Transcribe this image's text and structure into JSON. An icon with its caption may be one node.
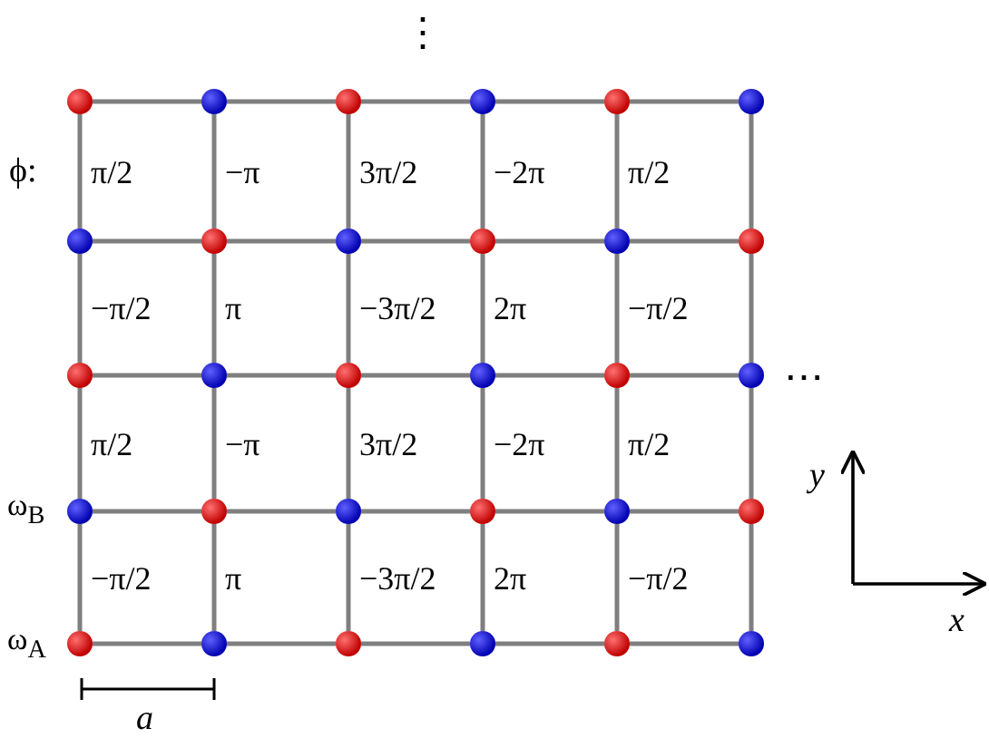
{
  "diagram": {
    "nodes": [
      {
        "text": [],
        "shape": "circle"
      },
      {
        "text": [],
        "shape": "circle"
      },
      {
        "text": [],
        "shape": "circle"
      },
      {
        "text": [],
        "shape": "circle"
      },
      {
        "text": [],
        "shape": "circle"
      },
      {
        "text": [],
        "shape": "circle"
      },
      {
        "text": [],
        "shape": "circle"
      },
      {
        "text": [],
        "shape": "circle"
      },
      {
        "text": [],
        "shape": "circle"
      },
      {
        "text": [],
        "shape": "circle"
      },
      {
        "text": [],
        "shape": "circle"
      },
      {
        "text": [],
        "shape": "circle"
      },
      {
        "text": [],
        "shape": "circle"
      },
      {
        "text": [],
        "shape": "circle"
      },
      {
        "text": [],
        "shape": "circle"
      },
      {
        "text": [],
        "shape": "circle"
      },
      {
        "text": [],
        "shape": "circle"
      },
      {
        "text": [],
        "shape": "circle"
      },
      {
        "text": [],
        "shape": "circle"
      },
      {
        "text": [],
        "shape": "circle"
      },
      {
        "text": [],
        "shape": "circle"
      },
      {
        "text": [],
        "shape": "circle"
      },
      {
        "text": [],
        "shape": "circle"
      },
      {
        "text": [],
        "shape": "circle"
      },
      {
        "text": [],
        "shape": "circle"
      },
      {
        "text": [],
        "shape": "circle"
      },
      {
        "text": [],
        "shape": "circle"
      },
      {
        "text": [],
        "shape": "circle"
      },
      {
        "text": [],
        "shape": "circle"
      },
      {
        "text": [],
        "shape": "circle"
      }
    ],
    "edges": [
      {
        "from": 0,
        "to": 1,
        "arrow": "none"
      },
      {
        "from": 1,
        "to": 2,
        "arrow": "none"
      },
      {
        "from": 2,
        "to": 3,
        "arrow": "none"
      },
      {
        "from": 3,
        "to": 4,
        "arrow": "none"
      },
      {
        "from": 4,
        "to": 5,
        "arrow": "none"
      },
      {
        "from": 6,
        "to": 7,
        "arrow": "none"
      },
      {
        "from": 7,
        "to": 8,
        "arrow": "none"
      },
      {
        "from": 8,
        "to": 9,
        "arrow": "none"
      },
      {
        "from": 9,
        "to": 10,
        "arrow": "none"
      },
      {
        "from": 10,
        "to": 11,
        "arrow": "none"
      },
      {
        "from": 12,
        "to": 13,
        "arrow": "none"
      },
      {
        "from": 13,
        "to": 14,
        "arrow": "none"
      },
      {
        "from": 14,
        "to": 15,
        "arrow": "none"
      },
      {
        "from": 15,
        "to": 16,
        "arrow": "none"
      },
      {
        "from": 16,
        "to": 17,
        "arrow": "none"
      },
      {
        "from": 18,
        "to": 19,
        "arrow": "none"
      },
      {
        "from": 19,
        "to": 20,
        "arrow": "none"
      },
      {
        "from": 20,
        "to": 21,
        "arrow": "none"
      },
      {
        "from": 21,
        "to": 22,
        "arrow": "none"
      },
      {
        "from": 22,
        "to": 23,
        "arrow": "none"
      },
      {
        "from": 24,
        "to": 25,
        "arrow": "none"
      },
      {
        "from": 25,
        "to": 26,
        "arrow": "none"
      },
      {
        "from": 26,
        "to": 27,
        "arrow": "none"
      },
      {
        "from": 27,
        "to": 28,
        "arrow": "none"
      },
      {
        "from": 28,
        "to": 29,
        "arrow": "none"
      },
      {
        "from": 0,
        "to": 6,
        "arrow": "none"
      },
      {
        "from": 1,
        "to": 7,
        "arrow": "none"
      },
      {
        "from": 2,
        "to": 8,
        "arrow": "none"
      },
      {
        "from": 3,
        "to": 9,
        "arrow": "none"
      },
      {
        "from": 4,
        "to": 10,
        "arrow": "none"
      },
      {
        "from": 5,
        "to": 11,
        "arrow": "none"
      },
      {
        "from": 6,
        "to": 12,
        "arrow": "none"
      },
      {
        "from": 7,
        "to": 13,
        "arrow": "none"
      },
      {
        "from": 8,
        "to": 14,
        "arrow": "none"
      },
      {
        "from": 9,
        "to": 15,
        "arrow": "none"
      },
      {
        "from": 10,
        "to": 16,
        "arrow": "none"
      },
      {
        "from": 11,
        "to": 17,
        "arrow": "none"
      },
      {
        "from": 12,
        "to": 18,
        "arrow": "none"
      },
      {
        "from": 13,
        "to": 19,
        "arrow": "none"
      },
      {
        "from": 14,
        "to": 20,
        "arrow": "none"
      },
      {
        "from": 15,
        "to": 21,
        "arrow": "none"
      },
      {
        "from": 16,
        "to": 22,
        "arrow": "none"
      },
      {
        "from": 17,
        "to": 23,
        "arrow": "none"
      },
      {
        "from": 18,
        "to": 24,
        "arrow": "none"
      },
      {
        "from": 19,
        "to": 25,
        "arrow": "none"
      },
      {
        "from": 20,
        "to": 26,
        "arrow": "none"
      },
      {
        "from": 21,
        "to": 27,
        "arrow": "none"
      },
      {
        "from": 22,
        "to": 28,
        "arrow": "none"
      },
      {
        "from": 23,
        "to": 29,
        "arrow": "none"
      }
    ],
    "labels": [
      "⋮",
      "ϕ:",
      "π/2",
      "−π",
      "3π/2",
      "−2π",
      "π/2",
      "−π/2",
      "π",
      "−3π/2",
      "2π",
      "−π/2",
      "⋯",
      "π/2",
      "−π",
      "3π/2",
      "−2π",
      "π/2",
      "ω$_{B}$",
      "−π/2",
      "π",
      "−3π/2",
      "2π",
      "−π/2",
      "ω$_{A}$",
      "y",
      "x",
      "a"
    ]
  }
}
